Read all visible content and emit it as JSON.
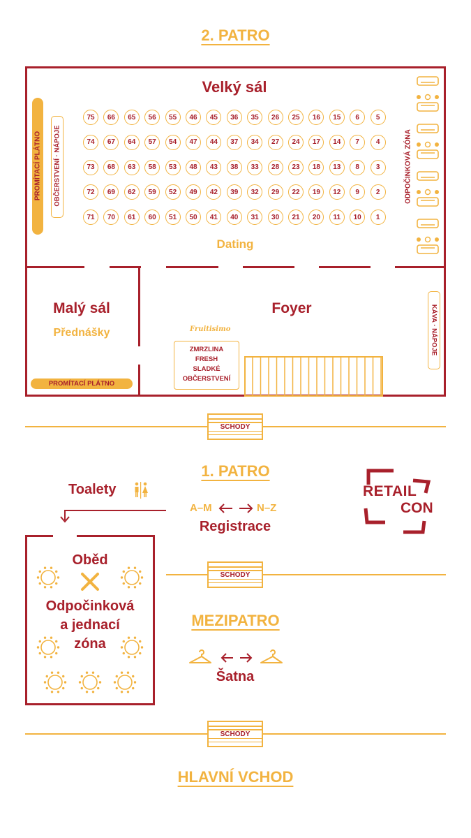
{
  "floor2": {
    "title": "2. PATRO",
    "big_hall": "Velký sál",
    "dating": "Dating",
    "screen_left": "PROMÍTACÍ PLÁTNO",
    "refresh_left": "OBČERSTVENÍ · NÁPOJE",
    "rest_zone": "ODPOČINKOVÁ ZÓNA",
    "small_hall": "Malý sál",
    "lectures": "Přednášky",
    "screen_small": "PROMÍTACÍ PLÁTNO",
    "foyer": "Foyer",
    "brand": "Fruitisimo",
    "ice_cream": [
      "ZMRZLINA",
      "FRESH",
      "SLADKÉ",
      "OBČERSTVENÍ"
    ],
    "coffee": "KÁVA · NÁPOJE",
    "seat_rows": [
      [
        "75",
        "66",
        "65",
        "56",
        "55",
        "46",
        "45",
        "36",
        "35",
        "26",
        "25",
        "16",
        "15",
        "6",
        "5"
      ],
      [
        "74",
        "67",
        "64",
        "57",
        "54",
        "47",
        "44",
        "37",
        "34",
        "27",
        "24",
        "17",
        "14",
        "7",
        "4"
      ],
      [
        "73",
        "68",
        "63",
        "58",
        "53",
        "48",
        "43",
        "38",
        "33",
        "28",
        "23",
        "18",
        "13",
        "8",
        "3"
      ],
      [
        "72",
        "69",
        "62",
        "59",
        "52",
        "49",
        "42",
        "39",
        "32",
        "29",
        "22",
        "19",
        "12",
        "9",
        "2"
      ],
      [
        "71",
        "70",
        "61",
        "60",
        "51",
        "50",
        "41",
        "40",
        "31",
        "30",
        "21",
        "20",
        "11",
        "10",
        "1"
      ]
    ]
  },
  "stairs_label": "SCHODY",
  "floor1": {
    "title": "1. PATRO",
    "toilets": "Toalety",
    "reg_left": "A–M",
    "reg_right": "N–Z",
    "registration": "Registrace",
    "lunch": "Oběd",
    "zone_line1": "Odpočinková",
    "zone_line2": "a jednací",
    "zone_line3": "zóna"
  },
  "logo": {
    "line1": "RETAIL",
    "line2": "CON"
  },
  "mezz": {
    "title": "MEZIPATRO",
    "cloakroom": "Šatna"
  },
  "entrance": {
    "title": "HLAVNÍ VCHOD"
  },
  "colors": {
    "red": "#a8202b",
    "yellow": "#f2b340"
  }
}
